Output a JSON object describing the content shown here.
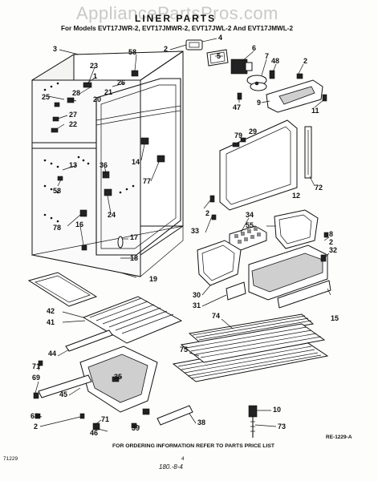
{
  "watermark": "AppliancePartsPros.com",
  "header": {
    "title": "LINER PARTS",
    "subtitle": "For Models EVT17JWR-2, EVT17JMWR-2, EVT17JWL-2 And EVT17JMWL-2"
  },
  "callouts": {
    "c3": "3",
    "c2a": "2",
    "c58a": "58",
    "c4": "4",
    "c5": "5",
    "c6": "6",
    "c7": "7",
    "c48": "48",
    "c2b": "2",
    "c23": "23",
    "c1": "1",
    "c26": "26",
    "c28": "28",
    "c20": "20",
    "c21": "21",
    "c25": "25",
    "c27": "27",
    "c22": "22",
    "c47": "47",
    "c9": "9",
    "c11": "11",
    "c79": "79",
    "c29": "29",
    "c13": "13",
    "c36": "36",
    "c14": "14",
    "c77": "77",
    "c58b": "58",
    "c12": "12",
    "c72": "72",
    "c24": "24",
    "c2c": "2",
    "c78": "78",
    "c16": "16",
    "c34": "34",
    "c55": "55",
    "c33": "33",
    "c17": "17",
    "c8": "8",
    "c2d": "2",
    "c32": "32",
    "c18": "18",
    "c30": "30",
    "c19": "19",
    "c31": "31",
    "c42": "42",
    "c41": "41",
    "c74": "74",
    "c15": "15",
    "c44": "44",
    "c75": "75",
    "c35": "35",
    "c71a": "71",
    "c69": "69",
    "c45": "45",
    "c10": "10",
    "c68": "68",
    "c2e": "2",
    "c71b": "71",
    "c46": "46",
    "c39": "39",
    "c38": "38",
    "c73": "73"
  },
  "footer": {
    "ordering_note": "FOR ORDERING INFORMATION REFER TO PARTS PRICE LIST",
    "reference": "RE-1229-A",
    "code": "71229",
    "page_number": "4",
    "handwritten": "180.-8-4"
  }
}
